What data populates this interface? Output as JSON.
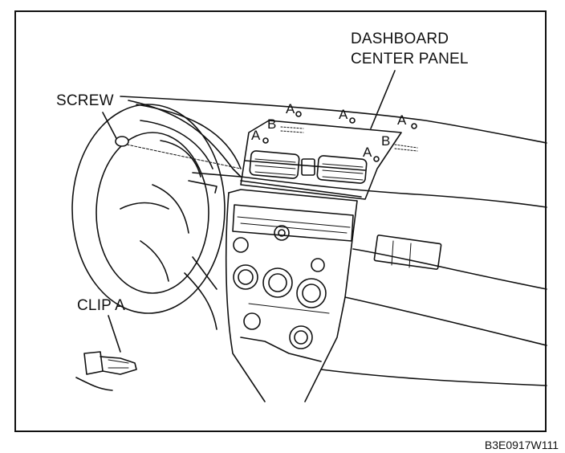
{
  "labels": {
    "dashboard_line1": "DASHBOARD",
    "dashboard_line2": "CENTER PANEL",
    "screw": "SCREW",
    "clip_a": "CLIP A"
  },
  "markers": {
    "a": "A",
    "b": "B"
  },
  "figure_code": "B3E0917W111"
}
